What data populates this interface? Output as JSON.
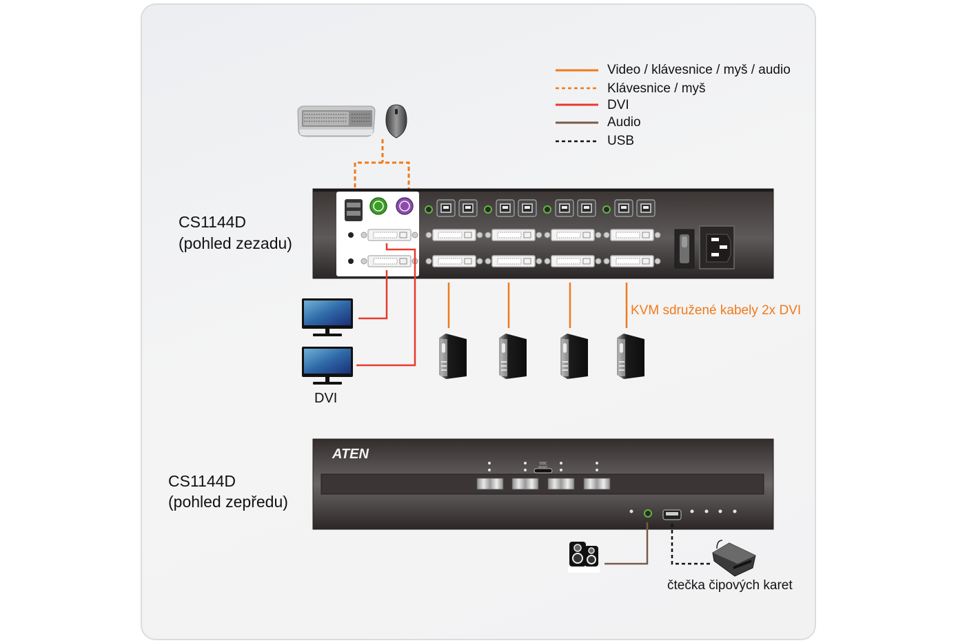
{
  "legend": {
    "items": [
      {
        "label": "Video / klávesnice / myš / audio",
        "style": "solid",
        "color": "#f07a1a"
      },
      {
        "label": "Klávesnice / myš",
        "style": "dashed",
        "color": "#f07a1a"
      },
      {
        "label": "DVI",
        "style": "solid",
        "color": "#e8392c"
      },
      {
        "label": "Audio",
        "style": "solid",
        "color": "#7a5a45"
      },
      {
        "label": "USB",
        "style": "dashed",
        "color": "#111111"
      }
    ]
  },
  "rear_view": {
    "model": "CS1144D",
    "view_label": "(pohled zezadu)",
    "pc_port_groups": 4,
    "console_monitors_label": "DVI",
    "kvm_cable_label": "KVM sdružené kabely 2x DVI",
    "computers": 4,
    "monitors": 2
  },
  "front_view": {
    "model": "CS1144D",
    "view_label": "(pohled zepředu)",
    "brand": "ATEN",
    "port_buttons": 4,
    "center_label_top": "OSC",
    "center_label_bottom": "RESET",
    "smart_card_reader_label": "čtečka čipových karet"
  },
  "peripherals": {
    "keyboard": "keyboard-icon",
    "mouse": "mouse-icon",
    "speakers": "speakers-icon",
    "card_reader": "card-reader-icon"
  },
  "colors": {
    "orange": "#f07a1a",
    "red": "#e8392c",
    "brown": "#7a5a45",
    "device_dark": "#2e2a29",
    "label_orange": "#f07a1a"
  }
}
